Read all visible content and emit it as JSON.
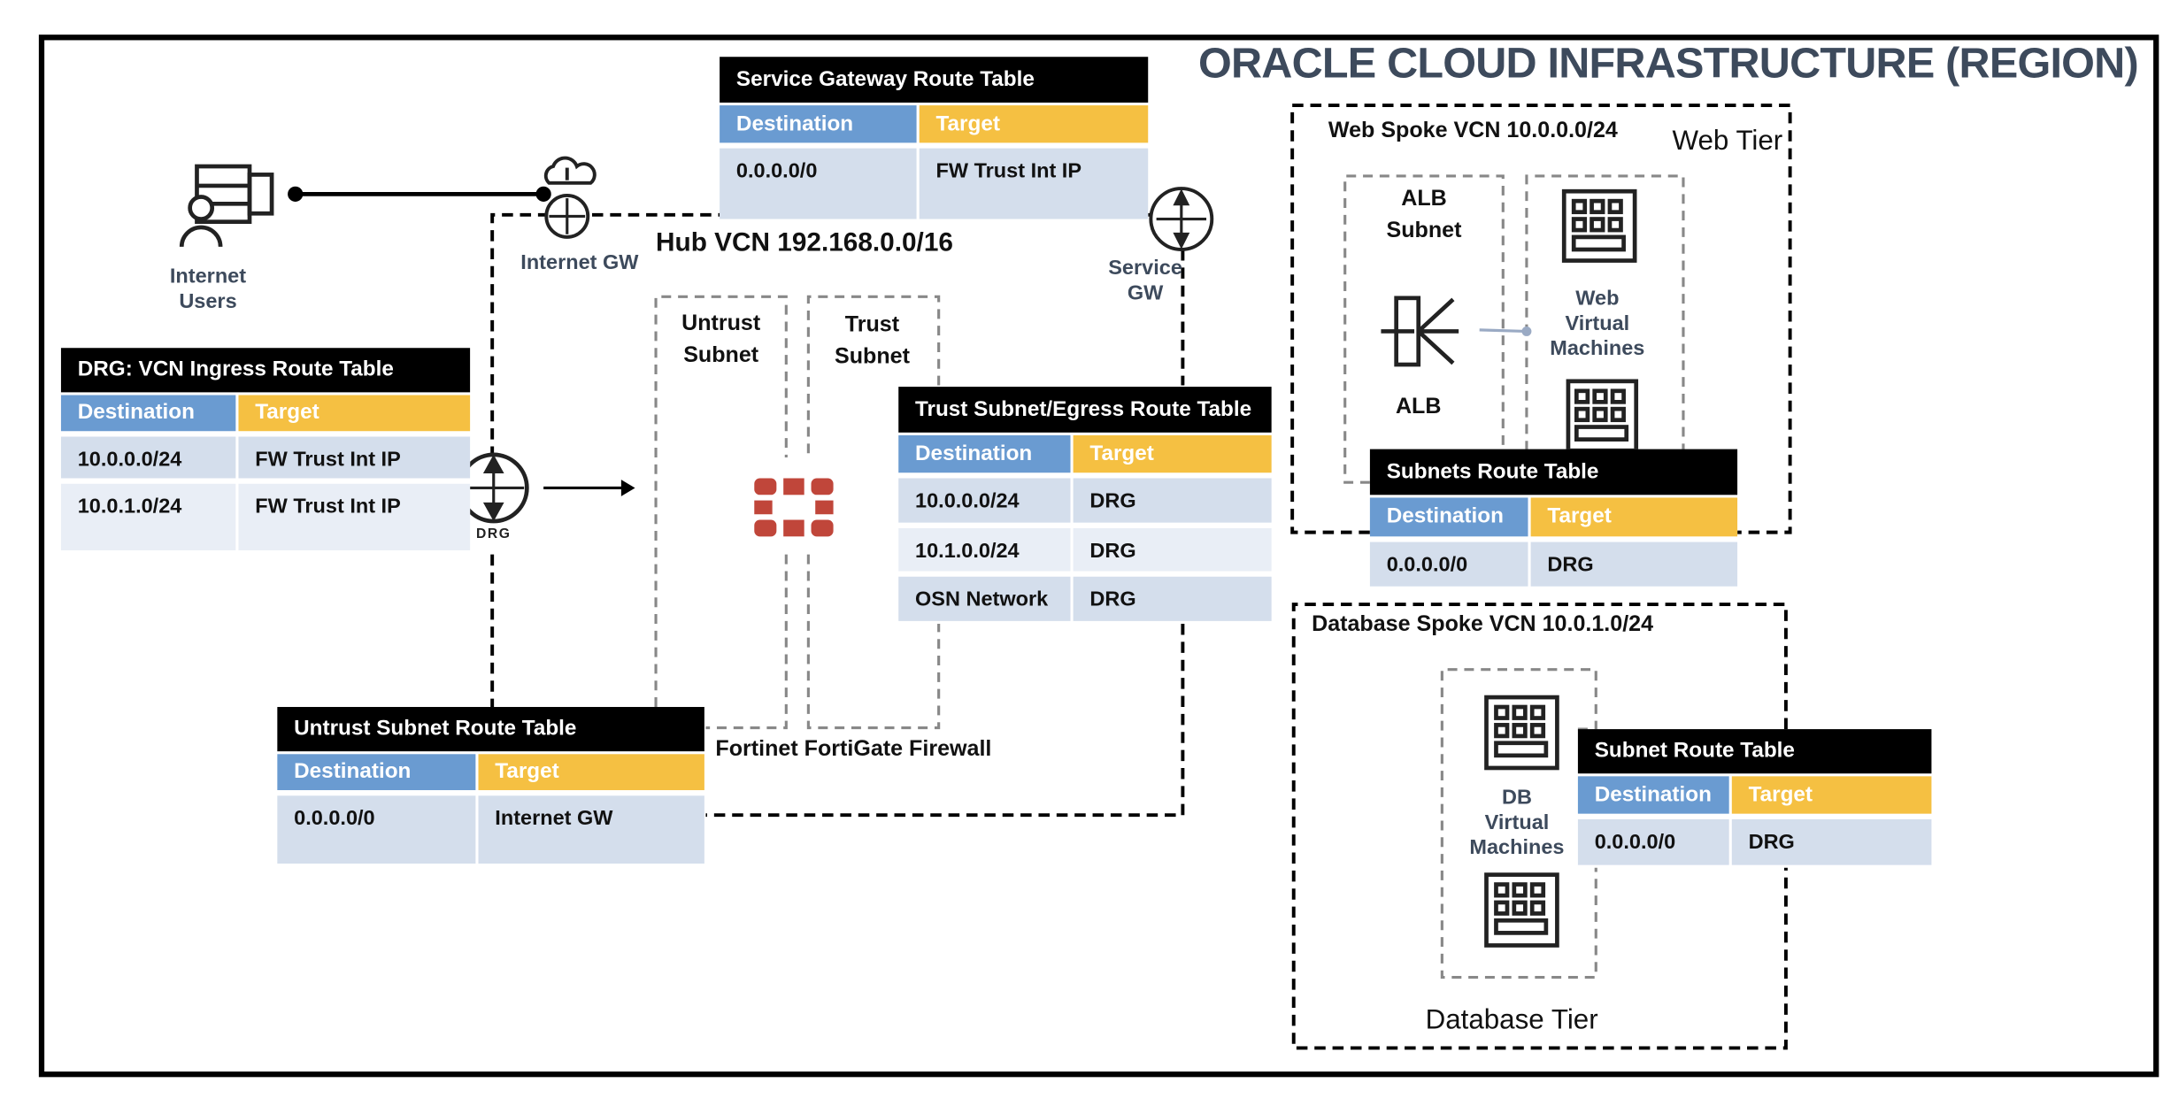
{
  "title": "ORACLE CLOUD INFRASTRUCTURE (REGION)",
  "colors": {
    "destination_header": "#6a9bd1",
    "target_header": "#f5c042",
    "row_dark": "#d4deec",
    "row_light": "#e9eef6",
    "label_gray": "#3d4a5c",
    "fortinet_red": "#c0463a"
  },
  "labels": {
    "internet_users": [
      "Internet",
      "Users"
    ],
    "internet_gw": "Internet GW",
    "hub_vcn": "Hub VCN 192.168.0.0/16",
    "service_gw": [
      "Service",
      "GW"
    ],
    "untrust_subnet": [
      "Untrust",
      "Subnet"
    ],
    "trust_subnet": [
      "Trust",
      "Subnet"
    ],
    "drg": "DRG",
    "firewall": "Fortinet FortiGate Firewall",
    "web_spoke": "Web Spoke VCN 10.0.0.0/24",
    "web_tier": "Web Tier",
    "alb_subnet": [
      "ALB",
      "Subnet"
    ],
    "alb": "ALB",
    "web_vms": [
      "Web",
      "Virtual",
      "Machines"
    ],
    "db_spoke": "Database Spoke VCN 10.0.1.0/24",
    "db_vms": [
      "DB",
      "Virtual",
      "Machines"
    ],
    "db_tier": "Database Tier"
  },
  "tables": {
    "service_gateway": {
      "title": "Service Gateway Route Table",
      "headers": [
        "Destination",
        "Target"
      ],
      "rows": [
        [
          "0.0.0.0/0",
          "FW Trust Int IP"
        ]
      ]
    },
    "drg_ingress": {
      "title": "DRG: VCN Ingress Route Table",
      "headers": [
        "Destination",
        "Target"
      ],
      "rows": [
        [
          "10.0.0.0/24",
          "FW Trust Int IP"
        ],
        [
          "10.0.1.0/24",
          "FW Trust Int IP"
        ]
      ]
    },
    "trust_egress": {
      "title": "Trust Subnet/Egress Route Table",
      "headers": [
        "Destination",
        "Target"
      ],
      "rows": [
        [
          "10.0.0.0/24",
          "DRG"
        ],
        [
          "10.1.0.0/24",
          "DRG"
        ],
        [
          "OSN Network",
          "DRG"
        ]
      ]
    },
    "untrust": {
      "title": "Untrust Subnet Route Table",
      "headers": [
        "Destination",
        "Target"
      ],
      "rows": [
        [
          "0.0.0.0/0",
          "Internet GW"
        ]
      ]
    },
    "web_subnets": {
      "title": "Subnets Route Table",
      "headers": [
        "Destination",
        "Target"
      ],
      "rows": [
        [
          "0.0.0.0/0",
          "DRG"
        ]
      ]
    },
    "db_subnet": {
      "title": "Subnet Route Table",
      "headers": [
        "Destination",
        "Target"
      ],
      "rows": [
        [
          "0.0.0.0/0",
          "DRG"
        ]
      ]
    }
  }
}
